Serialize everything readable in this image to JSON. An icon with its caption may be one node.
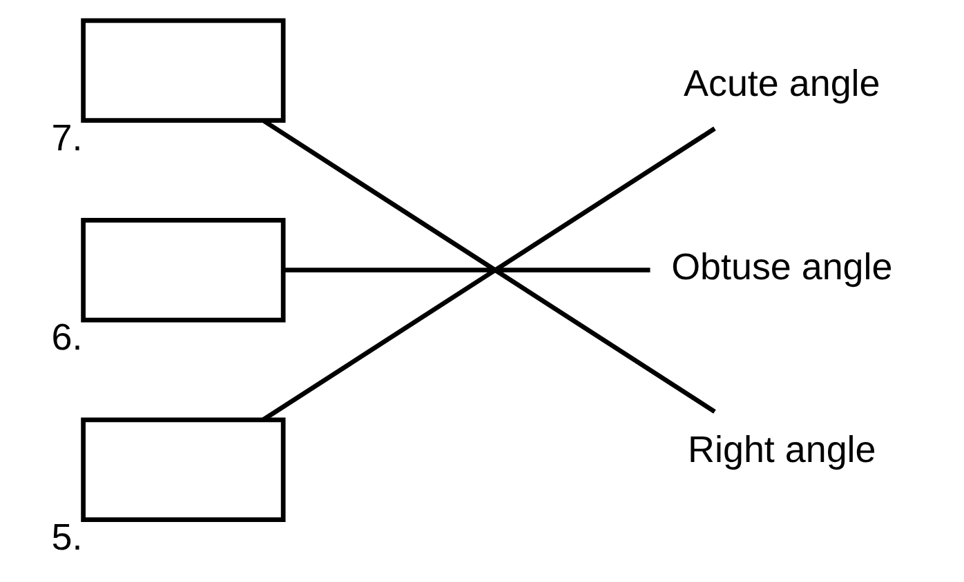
{
  "diagram": {
    "nodes": [
      {
        "text": [],
        "shape": "box",
        "beside": [
          "5."
        ]
      },
      {
        "text": [],
        "shape": "box",
        "beside": [
          "6."
        ]
      },
      {
        "text": [],
        "shape": "box",
        "beside": [
          "7."
        ]
      },
      {
        "text": [
          "Right angle"
        ]
      },
      {
        "text": [
          "Obtuse angle"
        ]
      },
      {
        "text": [
          "Acute angle"
        ]
      }
    ],
    "edges": [
      {
        "from": 0,
        "to": 5,
        "arrow": "none"
      },
      {
        "from": 1,
        "to": 4,
        "arrow": "none"
      },
      {
        "from": 2,
        "to": 3,
        "arrow": "none"
      }
    ]
  }
}
